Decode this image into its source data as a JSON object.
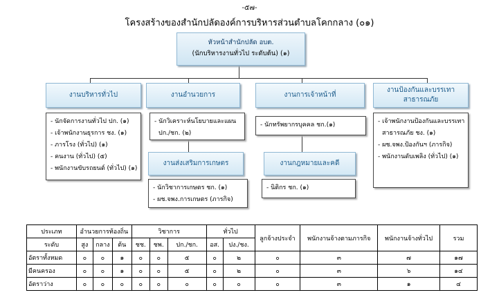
{
  "page_number": "-๕๗-",
  "title": "โครงสร้างของสำนักปลัดองค์การบริหารส่วนตำบลโคกกลาง (๐๑)",
  "head": {
    "line1": "หัวหน้าสำนักปลัด  อบต.",
    "line2": "(นักบริหารงานทั่วไป ระดับต้น) (๑)"
  },
  "units": {
    "general": {
      "title": "งานบริหารทั่วไป",
      "items": [
        "- นักจัดการงานทั่วไป ปก. (๑)",
        "- เจ้าพนักงานธุรการ ชง. (๑)",
        "- ภารโรง (ทั่วไป) (๑)",
        "- คนงาน (ทั่วไป) (๕)",
        "- พนักงานขับรถยนต์ (ทั่วไป) (๑)"
      ]
    },
    "admin": {
      "title": "งานอำนวยการ",
      "items": [
        "- นักวิเคราะห์นโยบายและแผน",
        "  ปก./ชก. (๒)"
      ]
    },
    "officer": {
      "title": "งานการเจ้าหน้าที่",
      "items": [
        "- นักทรัพยากรบุคคล ชก.(๑)"
      ]
    },
    "disaster": {
      "title_line1": "งานป้องกันและบรรเทา",
      "title_line2": "สาธารณภัย",
      "items": [
        "- เจ้าพนักงานป้องกันและบรรเทา",
        "  สาธารณภัย ชง. (๑)",
        "- ผช.จพง.ป้องกันฯ (ภารกิจ)",
        "- พนักงานดับเพลิง (ทั่วไป) (๑)"
      ]
    },
    "agri": {
      "title": "งานส่งเสริมการเกษตร",
      "items": [
        "- นักวิชาการเกษตร ชก. (๑)",
        "- ผช.จพง.การเกษตร (ภารกิจ)"
      ]
    },
    "law": {
      "title": "งานกฎหมายและคดี",
      "items": [
        "- นิติกร ชก. (๑)"
      ]
    }
  },
  "table": {
    "h_type": "ประเภท",
    "h_level": "ระดับ",
    "h_local_exec": "อำนวยการท้องถิ่น",
    "h_academic": "วิชาการ",
    "h_general": "ทั่วไป",
    "h_perm_emp": "ลูกจ้างประจำ",
    "h_mission_emp": "พนักงานจ้างตามภารกิจ",
    "h_general_emp": "พนักงานจ้างทั่วไป",
    "h_total": "รวม",
    "sub": [
      "สูง",
      "กลาง",
      "ต้น",
      "ชช.",
      "ชพ.",
      "ปก./ชก.",
      "อส.",
      "ปง./ชง."
    ],
    "rows": [
      {
        "label": "อัตราทั้งหมด",
        "cells": [
          "๐",
          "๐",
          "๑",
          "๐",
          "๐",
          "๕",
          "๐",
          "๒",
          "๐",
          "๓",
          "๗",
          "๑๗"
        ]
      },
      {
        "label": "มีคนครอง",
        "cells": [
          "๐",
          "๐",
          "๑",
          "๐",
          "๐",
          "๕",
          "๐",
          "๒",
          "๐",
          "๓",
          "๖",
          "๑๔"
        ]
      },
      {
        "label": "อัตราว่าง",
        "cells": [
          "๐",
          "๐",
          "๐",
          "๐",
          "๐",
          "๐",
          "๐",
          "๐",
          "๐",
          "๓",
          "๑",
          "๔"
        ]
      }
    ]
  }
}
